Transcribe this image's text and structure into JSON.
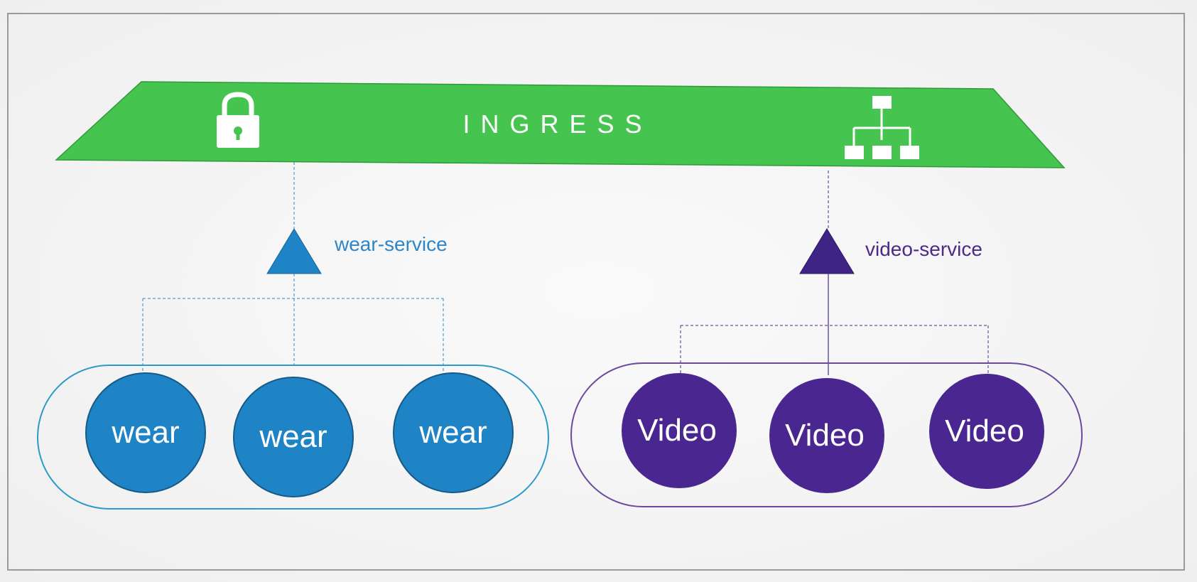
{
  "ingress": {
    "label": "INGRESS",
    "left_icon": "padlock-icon",
    "right_icon": "hierarchy-icon"
  },
  "services": {
    "wear": {
      "label": "wear-service",
      "pods": [
        "wear",
        "wear",
        "wear"
      ]
    },
    "video": {
      "label": "video-service",
      "pods": [
        "Video",
        "Video",
        "Video"
      ]
    }
  },
  "colors": {
    "background": "#f3f3f3",
    "frame": "#9a9a9a",
    "ingress_green": "#45c44f",
    "ingress_text": "#ffffff",
    "wear_blue": "#1f84c6",
    "wear_outline": "#2b9ac9",
    "video_purple": "#4a2690",
    "video_outline": "#6a4a9c",
    "label_blue": "#2e86c8",
    "label_purple": "#4a2b88"
  }
}
